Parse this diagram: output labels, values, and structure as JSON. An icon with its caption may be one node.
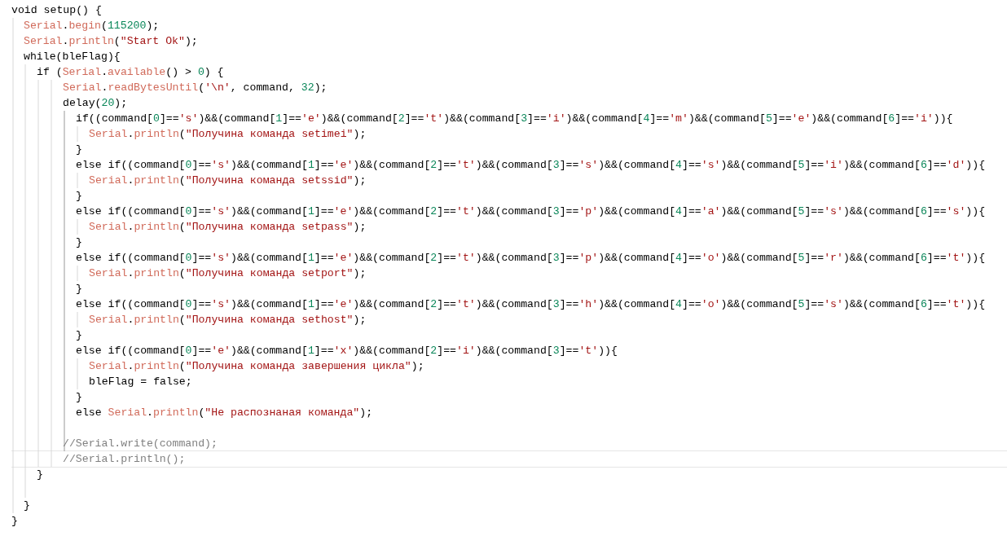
{
  "diagram": {
    "labels": [
      "void setup() {",
      "Serial.begin(115200);",
      "Serial.println(\"Start Ok\");",
      "while(bleFlag){",
      "if (Serial.available() > 0) {",
      "Serial.readBytesUntil('\\n', command, 32);",
      "delay(20);",
      "if((command[0]=='s')&&(command[1]=='e')&&(command[2]=='t')&&(command[3]=='i')&&(command[4]=='m')&&(command[5]=='e')&&(command[6]=='i')){",
      "Serial.println(\"Получина команда setimei\");",
      "}",
      "else if((command[0]=='s')&&(command[1]=='e')&&(command[2]=='t')&&(command[3]=='s')&&(command[4]=='s')&&(command[5]=='i')&&(command[6]=='d')){",
      "Serial.println(\"Получина команда setssid\");",
      "}",
      "else if((command[0]=='s')&&(command[1]=='e')&&(command[2]=='t')&&(command[3]=='p')&&(command[4]=='a')&&(command[5]=='s')&&(command[6]=='s')){",
      "Serial.println(\"Получина команда setpass\");",
      "}",
      "else if((command[0]=='s')&&(command[1]=='e')&&(command[2]=='t')&&(command[3]=='p')&&(command[4]=='o')&&(command[5]=='r')&&(command[6]=='t')){",
      "Serial.println(\"Получина команда setport\");",
      "}",
      "else if((command[0]=='s')&&(command[1]=='e')&&(command[2]=='t')&&(command[3]=='h')&&(command[4]=='o')&&(command[5]=='s')&&(command[6]=='t')){",
      "Serial.println(\"Получина команда sethost\");",
      "}",
      "else if((command[0]=='e')&&(command[1]=='x')&&(command[2]=='i')&&(command[3]=='t')){",
      "Serial.println(\"Получина команда завершения цикла\");",
      "bleFlag = false;",
      "}",
      "else Serial.println(\"Не распознаная команда\");",
      "//Serial.write(command);",
      "//Serial.println();",
      "}",
      "}",
      "}"
    ]
  }
}
